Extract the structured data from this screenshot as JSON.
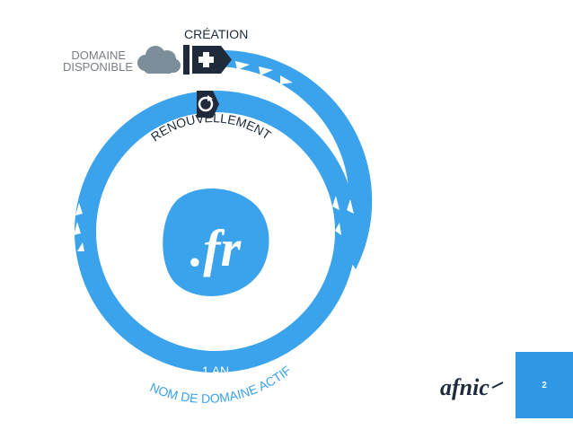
{
  "labels": {
    "creation": "CRÉATION",
    "domaine": "DOMAINE",
    "disponible": "DISPONIBLE",
    "renouvellement": "RENOUVELLEMENT",
    "one_year": "1 AN",
    "nom_actif": "NOM DE DOMAINE ACTIF",
    "fr_logo": ".fr"
  },
  "brand": {
    "logo_text": "afnic"
  },
  "page": {
    "number": "2"
  },
  "colors": {
    "ring": "#3aa3ec",
    "ring_dark": "#2f97e6",
    "cloud": "#7b8e99",
    "icon_dark": "#1f2b3b",
    "gray_text": "#777f86"
  },
  "icons": {
    "creation": "plus-icon",
    "cloud": "cloud-icon",
    "renewal": "refresh-icon"
  }
}
